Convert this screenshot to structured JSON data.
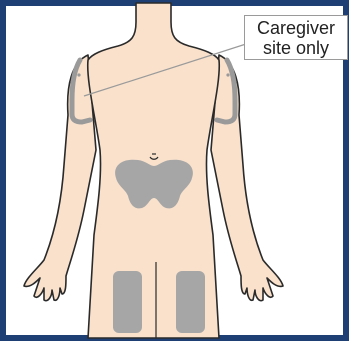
{
  "callout": {
    "line1": "Caregiver",
    "line2": "site only"
  },
  "colors": {
    "frame": "#1e3f73",
    "skin": "#f9e1cc",
    "outline": "#2a2a2a",
    "injection_site": "#a6a6a6",
    "upper_arm_site_outline": "#9a9a9a"
  },
  "icons": [
    "human-body-front-view"
  ]
}
